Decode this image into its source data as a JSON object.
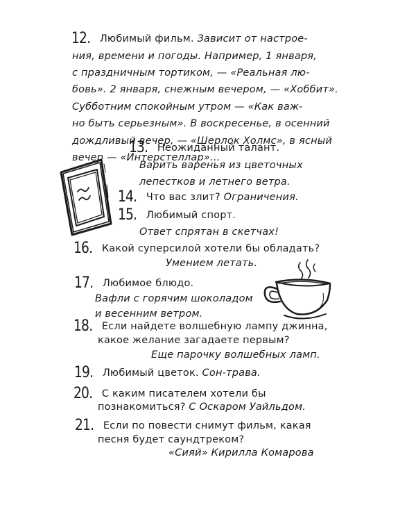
{
  "items": {
    "i12": {
      "num": "12.",
      "l1_q": "Любимый фильм.",
      "l1_a": "Зависит от настрое-",
      "l2": "ния, времени и погоды. Например, 1 января,",
      "l3": "с праздничным тортиком, — «Реальная лю-",
      "l4": "бовь». 2 января, снежным вечером, — «Хоббит».",
      "l5": "Субботним спокойным утром — «Как важ-",
      "l6": "но быть серьезным». В воскресенье, в осенний",
      "l7": "дождливый вечер, — «Шерлок Холмс», в ясный",
      "l8": "вечер — «Интерстеллар»..."
    },
    "i13": {
      "num": "13.",
      "q": "Неожиданный талант.",
      "a1": "Варить варенья из цветочных",
      "a2": "лепестков и летнего ветра."
    },
    "i14": {
      "num": "14.",
      "q": "Что вас злит?",
      "a": "Ограничения."
    },
    "i15": {
      "num": "15.",
      "q": "Любимый спорт.",
      "a": "Ответ спрятан в скетчах!"
    },
    "i16": {
      "num": "16.",
      "q": "Какой суперсилой хотели бы обладать?",
      "a": "Умением летать."
    },
    "i17": {
      "num": "17.",
      "q": "Любимое блюдо.",
      "a1": "Вафли с горячим шоколадом",
      "a2": "и весенним ветром."
    },
    "i18": {
      "num": "18.",
      "q1": "Если найдете волшебную лампу джинна,",
      "q2": "какое желание загадаете первым?",
      "a": "Еще парочку волшебных ламп."
    },
    "i19": {
      "num": "19.",
      "q": "Любимый цветок.",
      "a": "Сон-трава."
    },
    "i20": {
      "num": "20.",
      "q1": "С каким писателем хотели бы",
      "q2": "познакомиться?",
      "a": "С Оскаром Уайльдом."
    },
    "i21": {
      "num": "21.",
      "q1": "Если по повести снимут фильм, какая",
      "q2": "песня будет саундтреком?",
      "a": "«Сияй» Кирилла Комарова"
    }
  },
  "illustrations": {
    "window": "window-sketch-icon",
    "cup": "tea-cup-sketch-icon"
  }
}
